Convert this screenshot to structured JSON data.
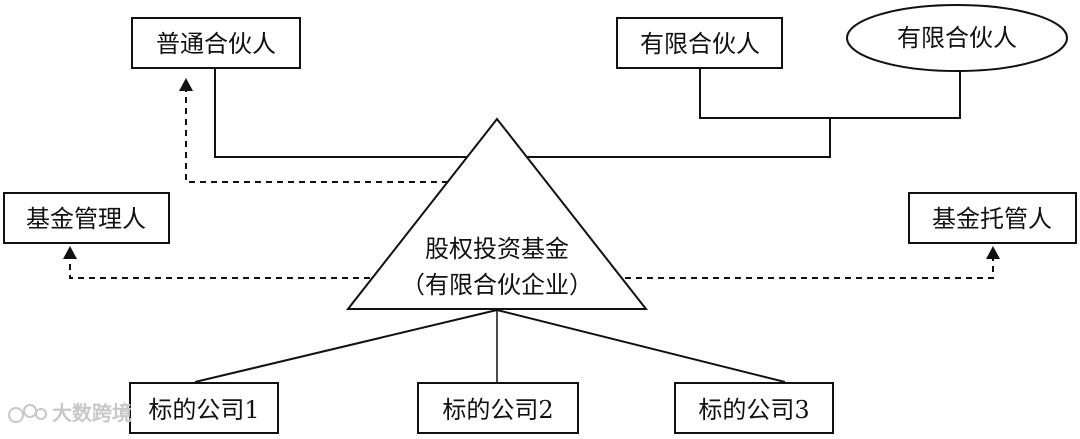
{
  "nodes": {
    "general_partner": "普通合伙人",
    "limited_partner_box": "有限合伙人",
    "limited_partner_ellipse": "有限合伙人",
    "fund_manager": "基金管理人",
    "fund_custodian": "基金托管人",
    "fund_line1": "股权投资基金",
    "fund_line2": "（有限合伙企业）",
    "company1": "标的公司1",
    "company2": "标的公司2",
    "company3": "标的公司3"
  },
  "watermark": {
    "text": "大数跨境",
    "icon": "watermark-logo-icon"
  },
  "colors": {
    "stroke": "#111111",
    "background": "#ffffff",
    "watermark": "#c8c8c8"
  }
}
